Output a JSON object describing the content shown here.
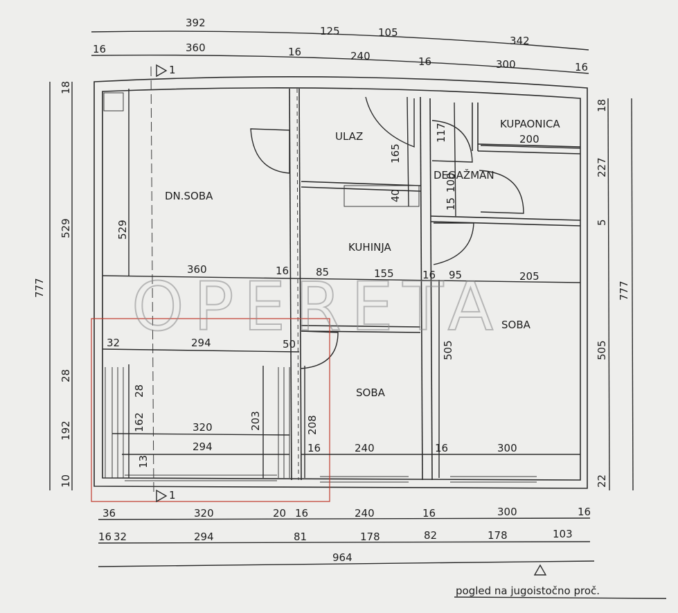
{
  "watermark": "OPERETA",
  "rooms": {
    "dnevna": "DN.SOBA",
    "ulaz": "ULAZ",
    "kupaonica": "KUPAONICA",
    "degazman": "DEGAŽMAN",
    "kuhinja": "KUHINJA",
    "soba_right": "SOBA",
    "soba_center": "SOBA"
  },
  "caption": "pogled na jugoistočno proč.",
  "top_dims_row1": [
    "392",
    "125",
    "105",
    "342"
  ],
  "top_dims_row2": [
    "16",
    "360",
    "16",
    "240",
    "16",
    "300",
    "16"
  ],
  "left_outer": "777",
  "left_inner": [
    "18",
    "529",
    "28",
    "192",
    "10"
  ],
  "right_outer": "777",
  "right_inner": [
    "18",
    "227",
    "5",
    "505",
    "22"
  ],
  "inner_dims": {
    "d529": "529",
    "d360": "360",
    "d16a": "16",
    "d85": "85",
    "d155": "155",
    "d16b": "16",
    "d95": "95",
    "d205": "205",
    "d165": "165",
    "d40": "40",
    "d117": "117",
    "d200": "200",
    "d15": "15",
    "d100": "100",
    "d505": "505",
    "d32": "32",
    "d294a": "294",
    "d50": "50",
    "d28": "28",
    "d162": "162",
    "d320": "320",
    "d294b": "294",
    "d203": "203",
    "d208": "208",
    "d13": "13",
    "d16c": "16",
    "d240": "240",
    "d16d": "16",
    "d300": "300"
  },
  "bottom_dims_row1": [
    "36",
    "320",
    "20",
    "16",
    "240",
    "16",
    "300",
    "16"
  ],
  "bottom_dims_row2": [
    "16",
    "32",
    "294",
    "81",
    "178",
    "82",
    "178",
    "103"
  ],
  "bottom_total": "964",
  "section_marker": "1"
}
